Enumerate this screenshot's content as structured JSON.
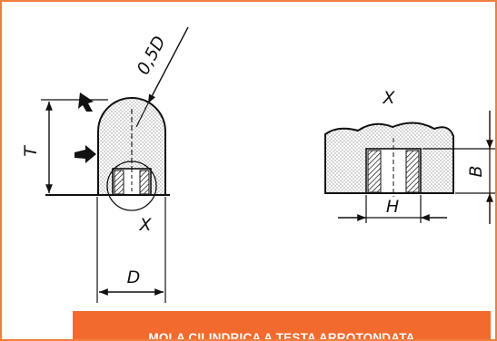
{
  "diagram": {
    "side_view": {
      "label_diameter": "D",
      "label_height": "T",
      "label_radius": "0,5D",
      "label_section": "X"
    },
    "detail_view": {
      "title": "X",
      "label_hole_width": "H",
      "label_depth": "B"
    }
  },
  "caption": "MOLA CILINDRICA A TESTA ARROTONDATA",
  "colors": {
    "frame_border": "#f07f3c",
    "caption_background": "#f26a2e",
    "caption_text": "#ffffff",
    "ink": "#111111"
  }
}
